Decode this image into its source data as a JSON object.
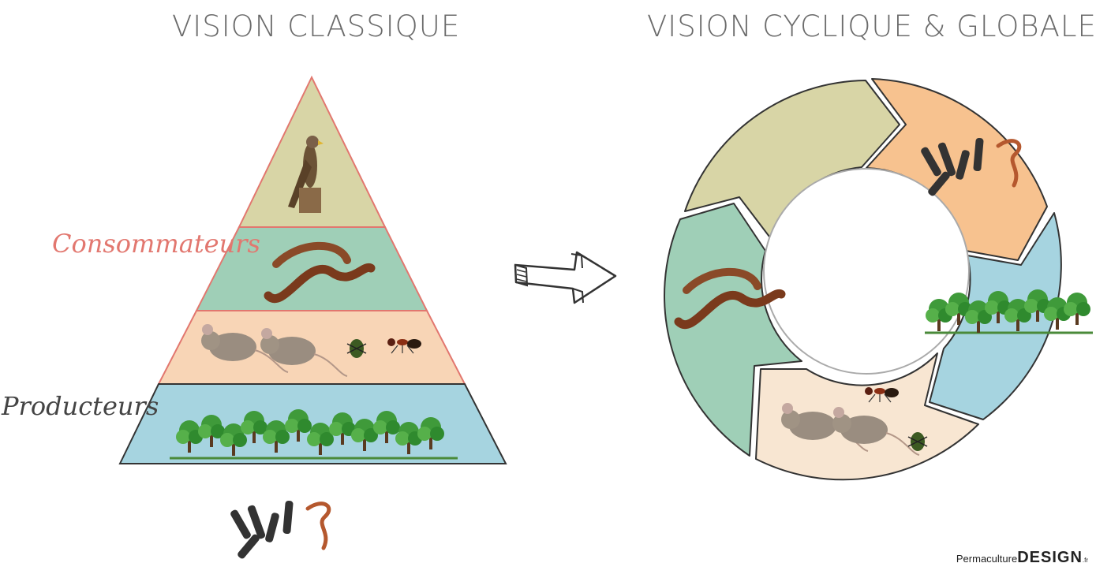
{
  "titles": {
    "left": "VISION CLASSIQUE",
    "right": "VISION CYCLIQUE & GLOBALE"
  },
  "labels": {
    "consumers": "Consommateurs",
    "producers": "Producteurs"
  },
  "logo": {
    "part1": "Permaculture",
    "part2": "DESIGN",
    "suffix": ".fr"
  },
  "colors": {
    "pyramid_outline": "#e2776f",
    "tier_raptor": "#d8d5a6",
    "tier_snake": "#9fcfb7",
    "tier_small_consumers": "#f8d5b6",
    "tier_plants": "#a6d4e0",
    "cycle_raptor": "#d8d5a6",
    "cycle_decomposers": "#f7c28f",
    "cycle_plants": "#a6d4e0",
    "cycle_small_consumers": "#f8e6d2",
    "cycle_snake": "#9fcfb7"
  },
  "icons": [
    "raptor-icon",
    "snake-icon",
    "mouse-icon",
    "beetle-icon",
    "ant-icon",
    "trees-icon",
    "millipedes-worms-icon",
    "arrow-icon"
  ]
}
